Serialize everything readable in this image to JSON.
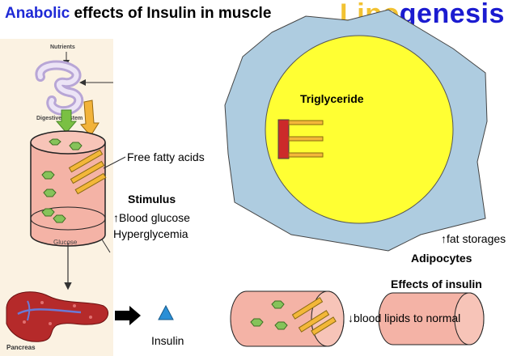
{
  "header": {
    "title_blue": "Anabolic",
    "title_rest": " effects of Insulin in muscle",
    "lipo_part": "Lipo",
    "genesis_part": "genesis"
  },
  "digestive": {
    "nutrients_label": "Nutrients",
    "digestive_label": "Digestive system",
    "glucose_label": "Glucose",
    "pancreas_label": "Pancreas"
  },
  "labels": {
    "free_fatty_acids": "Free fatty acids",
    "stimulus": "Stimulus",
    "blood_glucose": "↑Blood glucose",
    "hyperglycemia": "Hyperglycemia",
    "insulin": "Insulin"
  },
  "adipocyte": {
    "triglyceride": "Triglyceride",
    "fat_storages": "↑fat storages",
    "adipocytes": "Adipocytes"
  },
  "effects": {
    "title": "Effects of insulin",
    "blood_lipids": "↓blood lipids to normal"
  },
  "colors": {
    "title_blue": "#1f2ad6",
    "lipo_yellow": "#f2c232",
    "genesis_blue": "#1b1bd0",
    "cell_blue": "#aecce0",
    "fat_yellow": "#ffff33",
    "vessel_pink": "#f4b3a6",
    "glucose_green": "#86c35a",
    "fatty_acid_orange": "#f3b739",
    "insulin_blue": "#2a8fd6",
    "glycerol_red": "#cc2a2a"
  }
}
